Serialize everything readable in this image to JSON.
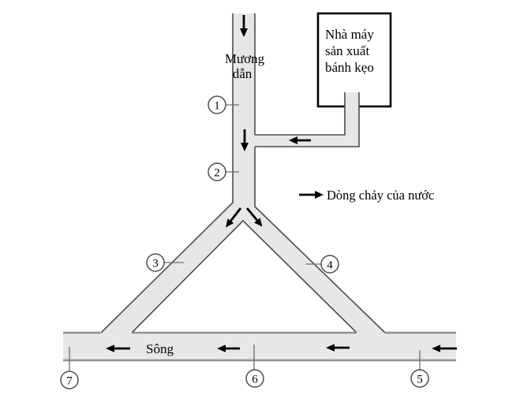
{
  "colors": {
    "background": "#ffffff",
    "water_fill": "#e7e7e7",
    "channel_outline": "#4d4d4d",
    "river_outline": "#8f8f8f",
    "factory_outline": "#000000",
    "arrow_color": "#000000",
    "text_color": "#000000"
  },
  "channel": {
    "label_line1": "Mương",
    "label_line2": "dẫn"
  },
  "factory": {
    "label_line1": "Nhà máy",
    "label_line2": "sản xuất",
    "label_line3": "bánh kẹo"
  },
  "legend": {
    "label": "Dòng chảy của nước"
  },
  "river": {
    "label": "Sông"
  },
  "markers": [
    {
      "label": "1"
    },
    {
      "label": "2"
    },
    {
      "label": "3"
    },
    {
      "label": "4"
    },
    {
      "label": "5"
    },
    {
      "label": "6"
    },
    {
      "label": "7"
    }
  ]
}
